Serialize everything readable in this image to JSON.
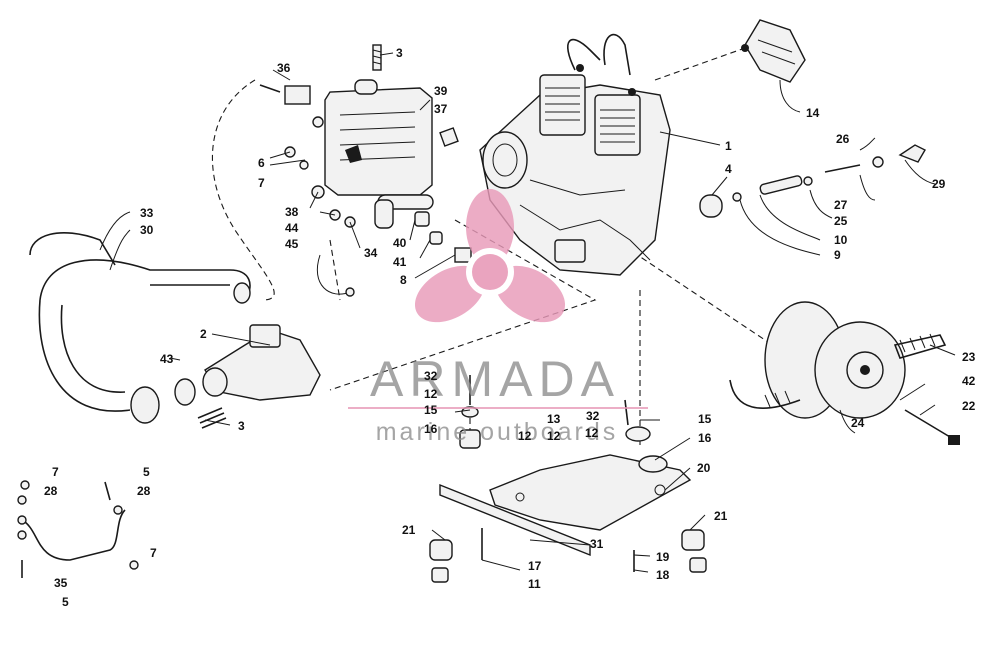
{
  "watermark": {
    "brand": "ARMADA",
    "tagline": "marine outboards",
    "accent_color": "#e89ab8",
    "text_color": "#8c8c8c"
  },
  "callouts": [
    "1",
    "2",
    "3",
    "3",
    "4",
    "5",
    "5",
    "6",
    "7",
    "7",
    "7",
    "8",
    "9",
    "10",
    "11",
    "12",
    "12",
    "12",
    "12",
    "13",
    "14",
    "15",
    "15",
    "16",
    "16",
    "17",
    "18",
    "19",
    "20",
    "21",
    "21",
    "22",
    "23",
    "24",
    "25",
    "26",
    "27",
    "28",
    "28",
    "29",
    "30",
    "31",
    "32",
    "32",
    "33",
    "34",
    "35",
    "36",
    "37",
    "38",
    "39",
    "40",
    "41",
    "42",
    "43",
    "44",
    "45"
  ]
}
